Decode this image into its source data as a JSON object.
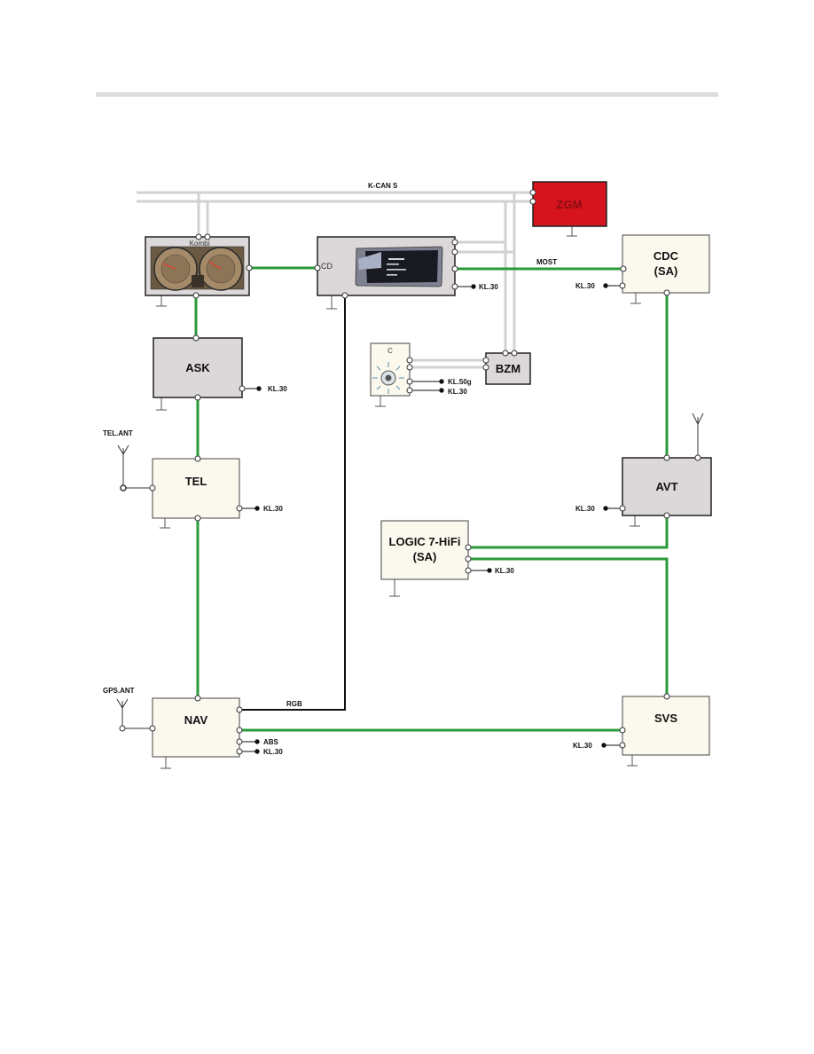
{
  "diagram": {
    "bus_label": "K-CAN S",
    "most_label": "MOST",
    "rgb_label": "RGB",
    "modules": {
      "zgm": "ZGM",
      "kombi": "Kombi",
      "cid": "CD",
      "cdc_line1": "CDC",
      "cdc_line2": "(SA)",
      "ask": "ASK",
      "bzm": "BZM",
      "controller": "C",
      "tel": "TEL",
      "avt": "AVT",
      "logic_line1": "LOGIC 7-HiFi",
      "logic_line2": "(SA)",
      "nav": "NAV",
      "svs": "SVS"
    },
    "antennas": {
      "tel": "TEL.ANT",
      "gps": "GPS.ANT"
    },
    "terminals": {
      "cid_kl30": "KL.30",
      "cdc_kl30": "KL.30",
      "ask_kl30": "KL.30",
      "ctrl_kl50g": "KL.50g",
      "ctrl_kl30": "KL.30",
      "tel_kl30": "KL.30",
      "avt_kl30": "KL.30",
      "logic_kl30": "KL.30",
      "nav_abs": "ABS",
      "nav_kl30": "KL.30",
      "svs_kl30": "KL.30"
    },
    "colors": {
      "zgm": "#d6141e",
      "most": "#2a9a3a",
      "bus": "#d4d0d0",
      "module_grey": "#dcd8da",
      "module_cream": "#fbf9ee"
    }
  }
}
